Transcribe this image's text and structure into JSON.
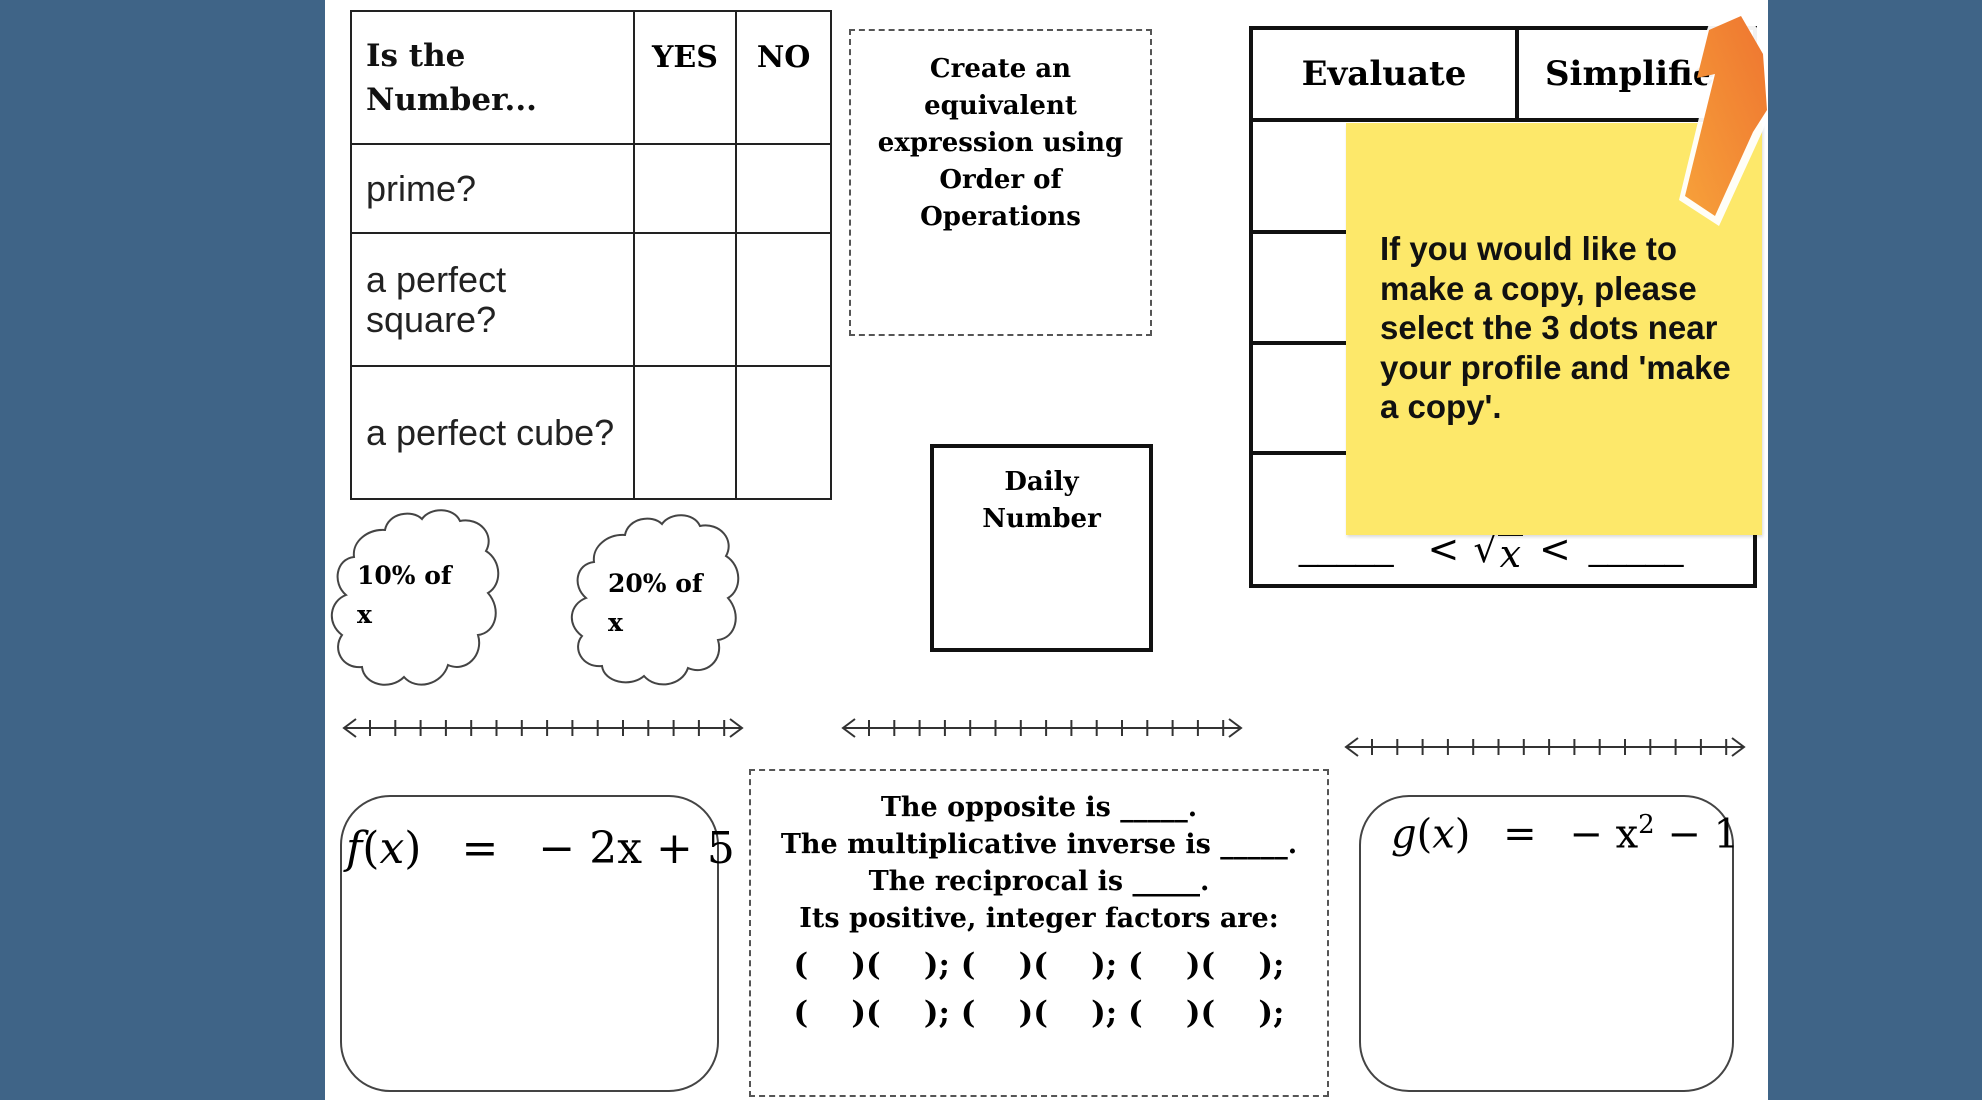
{
  "number_table": {
    "header": "Is the Number...",
    "yes": "YES",
    "no": "NO",
    "rows": [
      "prime?",
      "a perfect square?",
      "a perfect cube?"
    ]
  },
  "equivalent_box": {
    "text": "Create an equivalent expression using Order of Operations"
  },
  "daily_number": {
    "label": "Daily Number"
  },
  "eval_table": {
    "col1": "Evaluate",
    "col2": "Simplified",
    "inequality": {
      "blank_left": "_____",
      "lt1": "<",
      "sqrt": "√",
      "var": "x",
      "lt2": "<",
      "blank_right": "_____"
    }
  },
  "sticky_note": {
    "text": "If you would like to make a copy, please select the 3 dots near your profile and 'make a copy'."
  },
  "clouds": [
    {
      "line1": "10% of",
      "line2": "x"
    },
    {
      "line1": "20% of",
      "line2": "x"
    }
  ],
  "function_f": {
    "name": "f",
    "var": "x",
    "rhs": "− 2x + 5"
  },
  "function_g": {
    "name": "g",
    "var": "x",
    "rhs_base": "− x",
    "exp": "2",
    "rhs_tail": "− 1"
  },
  "opposite_box": {
    "line1": "The opposite is _____.",
    "line2": "The multiplicative inverse is _____.",
    "line3": "The reciprocal is _____.",
    "line4": "Its positive, integer factors are:",
    "factors_row": "(    )(    ); (    )(    ); (    )(    );"
  },
  "colors": {
    "background": "#3f6487",
    "sticky": "#fde86a",
    "arrow": "#f28a33"
  },
  "icons": {
    "arrow": "arrow-up-right-icon"
  }
}
